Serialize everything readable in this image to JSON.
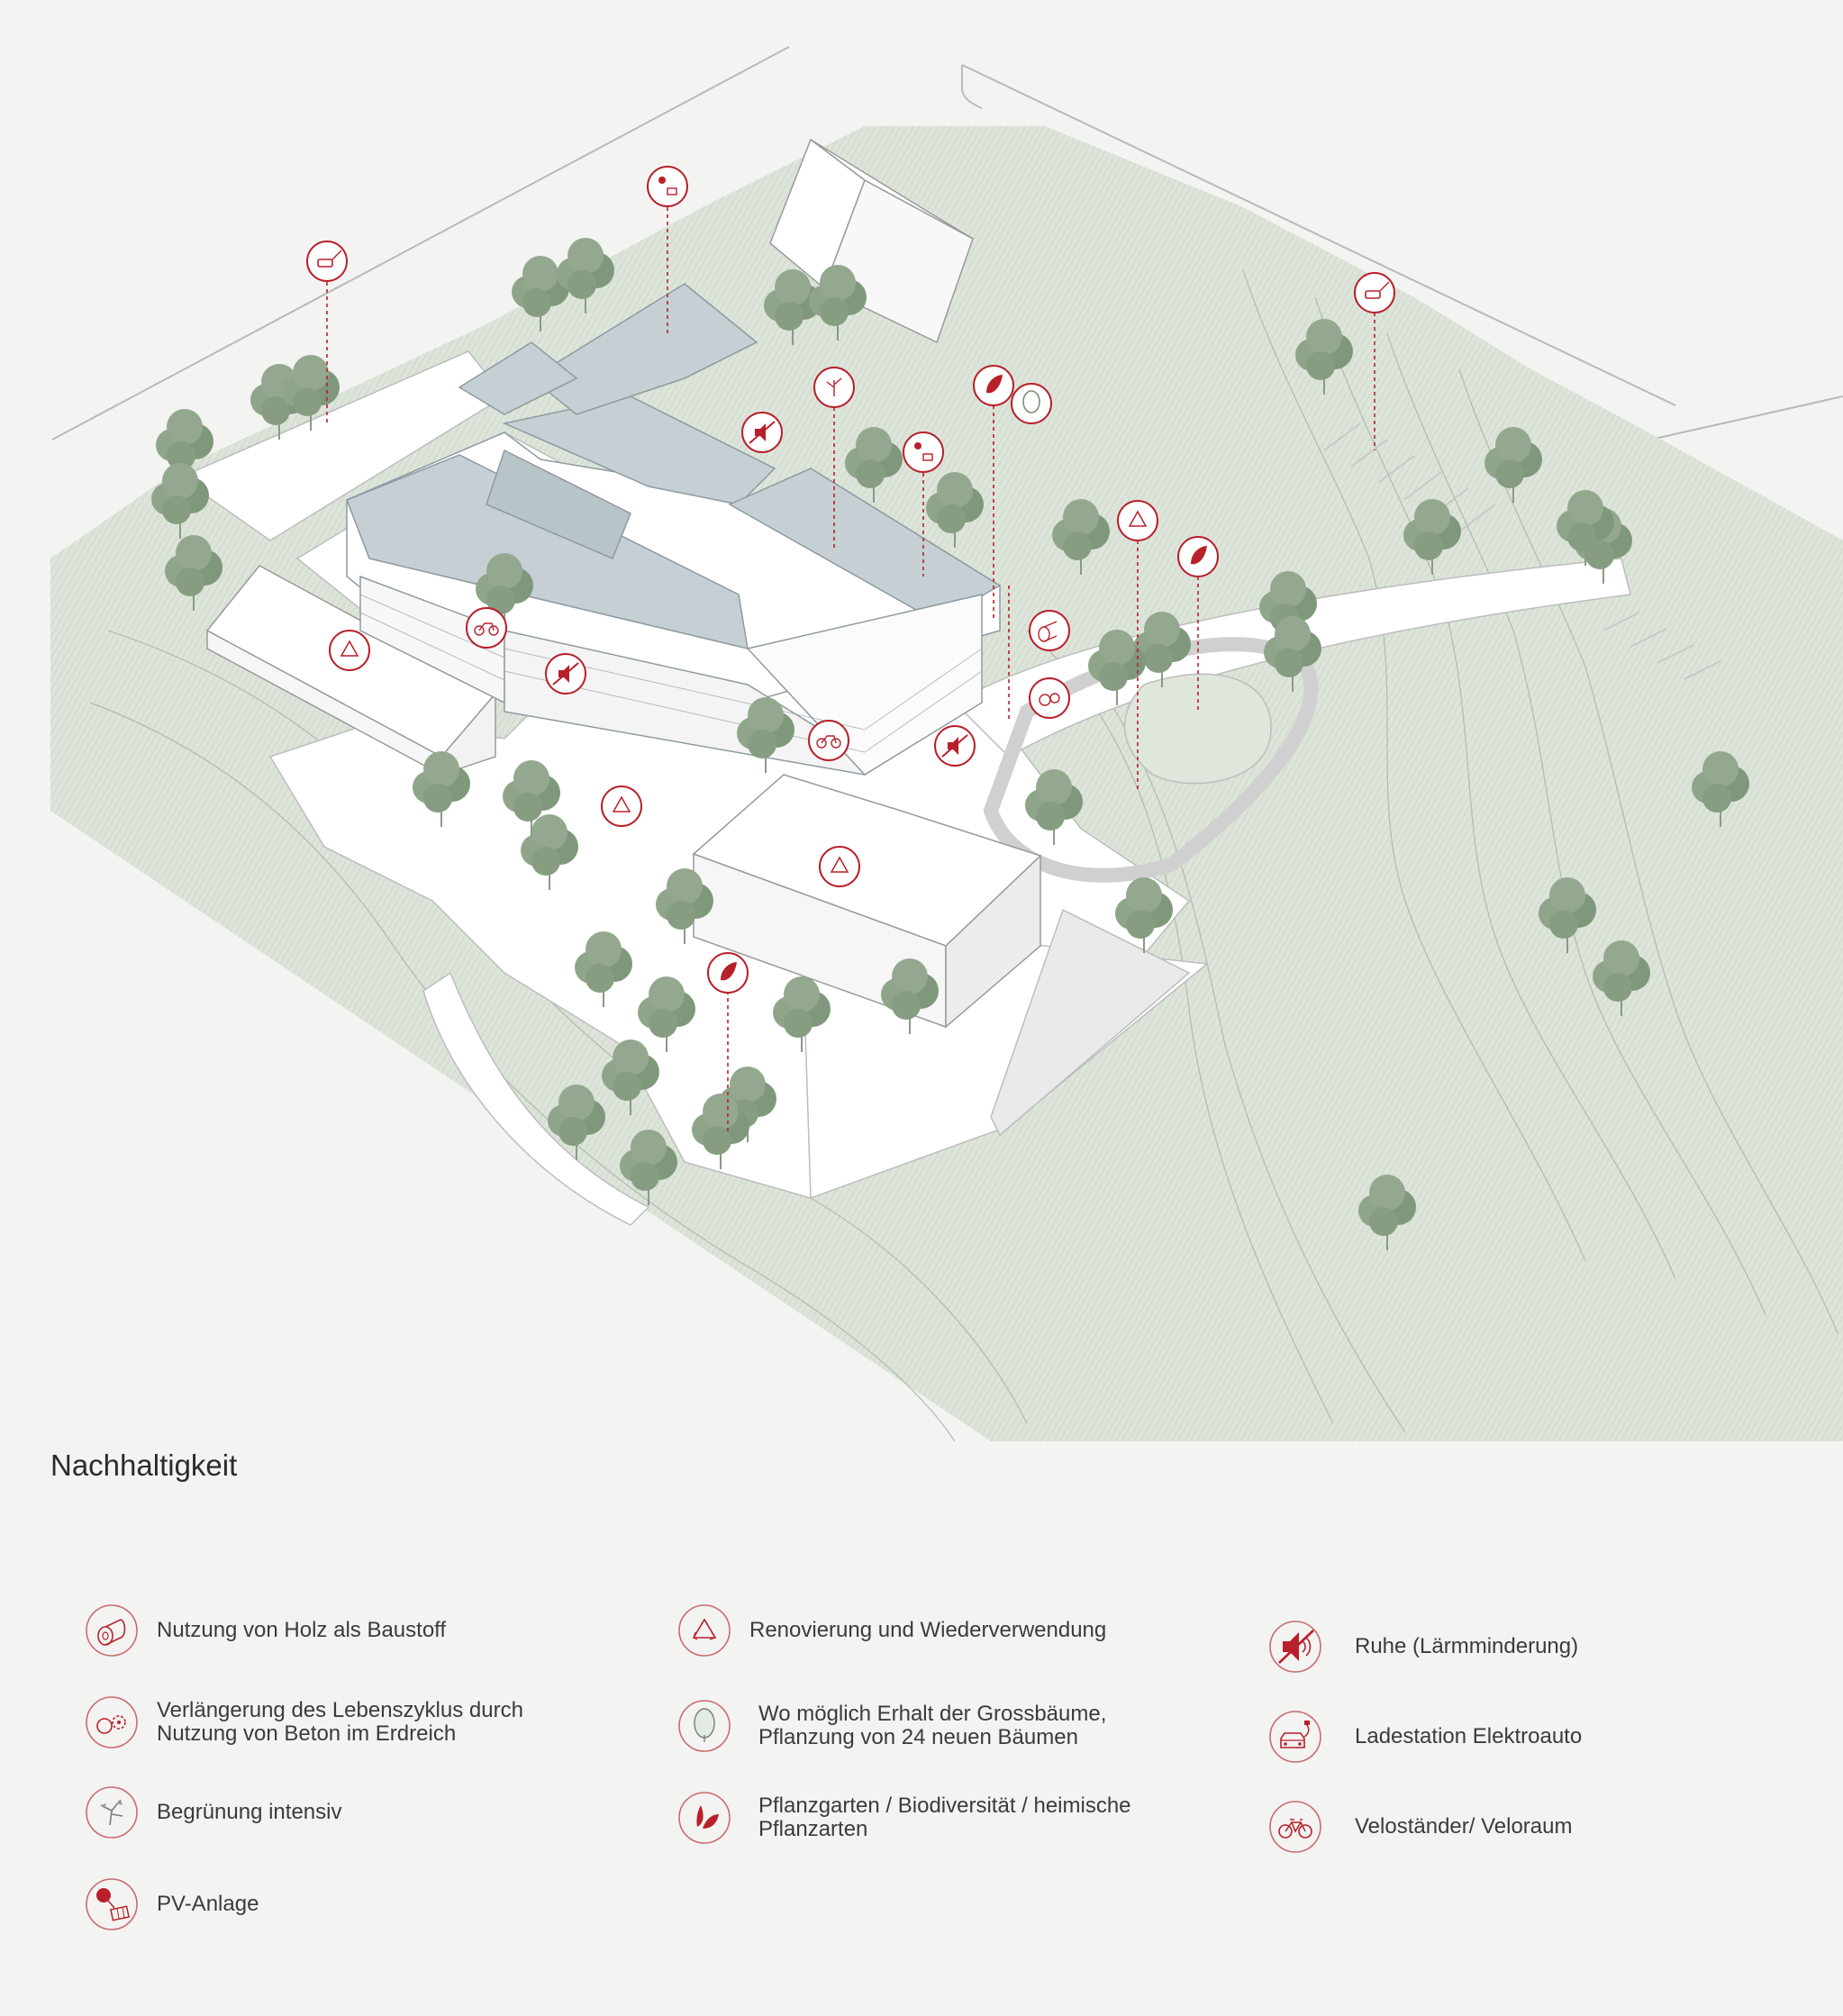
{
  "title": "Nachhaltigkeit",
  "colors": {
    "accent": "#b8202a",
    "green_area": "#dbe3d8",
    "tree": "#8aa285",
    "roof": "#c9d3d8",
    "building": "#ffffff",
    "path": "#ffffff",
    "background": "#f3f3f2"
  },
  "legend": {
    "col1": [
      {
        "icon": "wood-icon",
        "label": "Nutzung von Holz als Baustoff"
      },
      {
        "icon": "concrete-cycle-icon",
        "label_line1": "Verlängerung  des  Lebenszyklus  durch",
        "label_line2": "Nutzung von Beton im Erdreich"
      },
      {
        "icon": "green-roof-icon",
        "label": "Begrünung intensiv"
      },
      {
        "icon": "pv-icon",
        "label": "PV-Anlage"
      }
    ],
    "col2": [
      {
        "icon": "recycle-icon",
        "label": "Renovierung und Wiederverwendung"
      },
      {
        "icon": "tree-icon",
        "label_line1": "Wo möglich Erhalt der Grossbäume,",
        "label_line2": "Pflanzung von 24 neuen Bäumen"
      },
      {
        "icon": "leaf-icon",
        "label_line1": "Pflanzgarten / Biodiversität / heimische",
        "label_line2": "Pflanzarten"
      }
    ],
    "col3": [
      {
        "icon": "noise-icon",
        "label": "Ruhe (Lärmminderung)"
      },
      {
        "icon": "ev-charger-icon",
        "label": "Ladestation Elektroauto"
      },
      {
        "icon": "bicycle-icon",
        "label": "Veloständer/ Veloraum"
      }
    ]
  }
}
